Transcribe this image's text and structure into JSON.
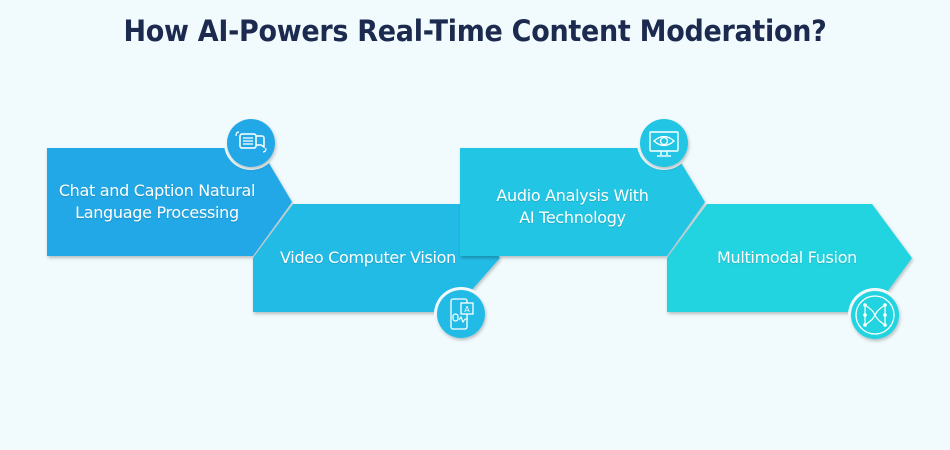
{
  "title": "How AI-Powers Real-Time Content Moderation?",
  "colors": {
    "background": "#f1fbfe",
    "title": "#1b2a4e",
    "step1": "#21a8e6",
    "step2": "#21bbe6",
    "step3": "#21c6e4",
    "step4": "#21d3e0"
  },
  "steps": [
    {
      "label_line1": "Chat and Caption Natural",
      "label_line2": "Language Processing",
      "icon": "chat-bubbles-icon"
    },
    {
      "label_line1": "Video Computer Vision",
      "label_line2": "",
      "icon": "mobile-voice-translate-icon"
    },
    {
      "label_line1": "Audio Analysis With",
      "label_line2": "AI Technology",
      "icon": "monitor-eye-icon"
    },
    {
      "label_line1": "Multimodal Fusion",
      "label_line2": "",
      "icon": "network-fusion-icon"
    }
  ]
}
